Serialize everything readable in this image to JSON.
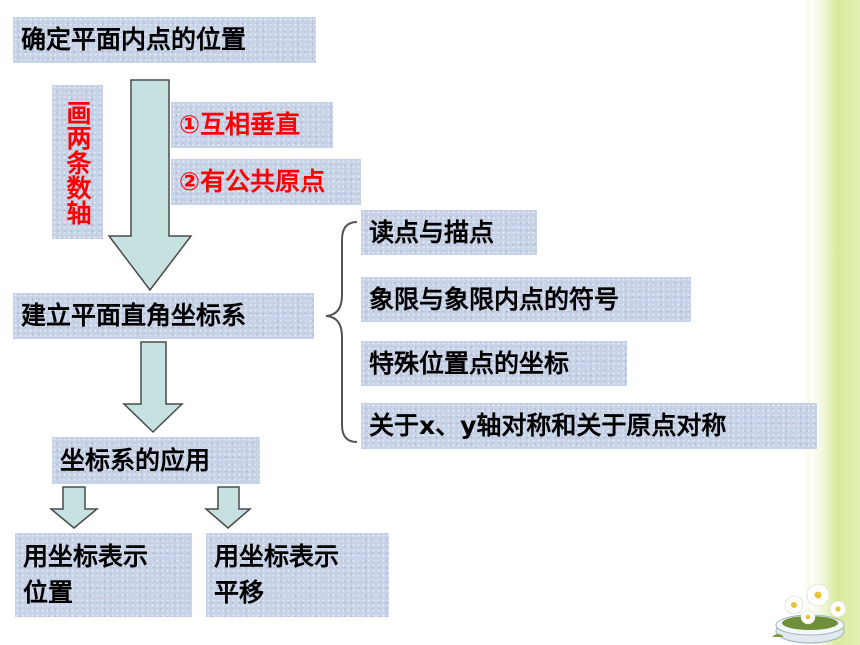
{
  "nodes": {
    "determine_position": "确定平面内点的位置",
    "draw_axes": "画两条数轴",
    "condition_1": "①互相垂直",
    "condition_2": "②有公共原点",
    "build_system": "建立平面直角坐标系",
    "read_plot": "读点与描点",
    "quadrant_signs": "象限与象限内点的符号",
    "special_points": "特殊位置点的坐标",
    "symmetry": "关于x、y轴对称和关于原点对称",
    "applications": "坐标系的应用",
    "represent_position": "用坐标表示位置",
    "represent_translation": "用坐标表示平移"
  },
  "colors": {
    "arrow_fill": "#c5e2e0",
    "box_fill": "#c6d2e6",
    "accent_text": "#ff0000"
  },
  "icons": {
    "corner": "flower-pot-icon"
  }
}
